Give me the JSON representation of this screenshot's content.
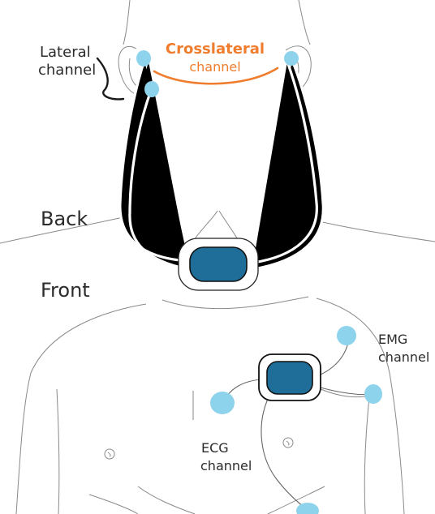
{
  "labels": {
    "lateral_line1": "Lateral",
    "lateral_line2": "channel",
    "crosslateral_line1": "Crosslateral",
    "crosslateral_line2": "channel",
    "back": "Back",
    "front": "Front",
    "emg_line1": "EMG",
    "emg_line2": "channel",
    "ecg_line1": "ECG",
    "ecg_line2": "channel"
  },
  "colors": {
    "electrode": "#8ed3ec",
    "device": "#1f6e99",
    "crosslateral_accent": "#ef7d2d",
    "text": "#2b2b2b",
    "outline": "#222222"
  }
}
